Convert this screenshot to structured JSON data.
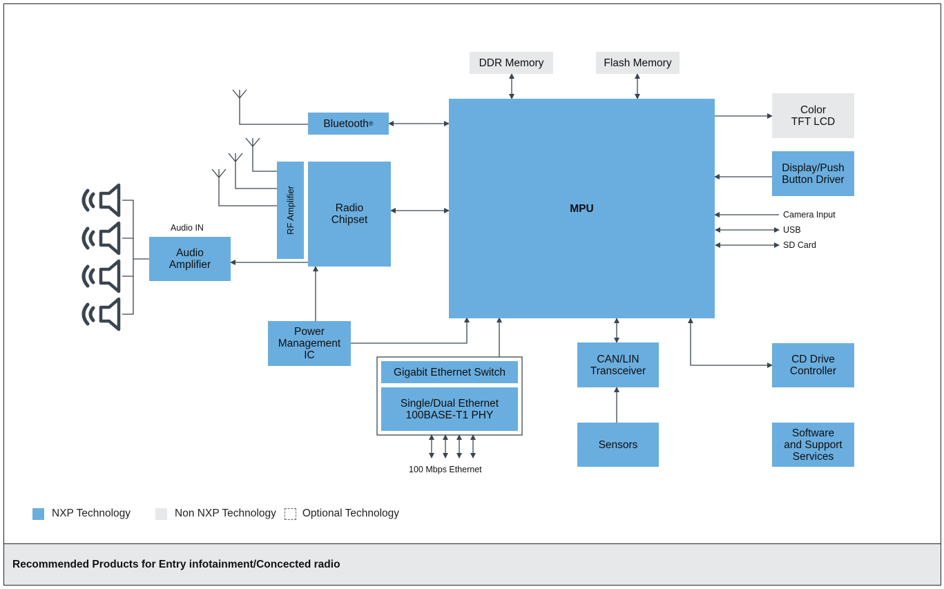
{
  "blocks": {
    "ddr": "DDR Memory",
    "flash": "Flash Memory",
    "tft_line1": "Color",
    "tft_line2": "TFT LCD",
    "bluetooth": "Bluetooth",
    "bluetooth_mark": "®",
    "display_line1": "Display/Push",
    "display_line2": "Button Driver",
    "rf_amp": "RF Amplifier",
    "radio_line1": "Radio",
    "radio_line2": "Chipset",
    "mpu": "MPU",
    "audio_in": "Audio IN",
    "audio_amp_line1": "Audio",
    "audio_amp_line2": "Amplifier",
    "pmic_line1": "Power",
    "pmic_line2": "Management",
    "pmic_line3": "IC",
    "gig_switch": "Gigabit Ethernet Switch",
    "eth_phy_line1": "Single/Dual Ethernet",
    "eth_phy_line2": "100BASE-T1 PHY",
    "eth_label": "100 Mbps Ethernet",
    "can_line1": "CAN/LIN",
    "can_line2": "Transceiver",
    "sensors": "Sensors",
    "cd_line1": "CD Drive",
    "cd_line2": "Controller",
    "sw_line1": "Software",
    "sw_line2": "and Support",
    "sw_line3": "Services",
    "camera": "Camera Input",
    "usb": "USB",
    "sd": "SD Card"
  },
  "legend": {
    "nxp": "NXP Technology",
    "non_nxp": "Non NXP Technology",
    "optional": "Optional Technology"
  },
  "colors": {
    "nxp": "#6aaedf",
    "non_nxp": "#e6e8ea",
    "line": "#3b4550"
  },
  "footer": {
    "title": "Recommended Products for Entry infotainment/Concected radio"
  }
}
